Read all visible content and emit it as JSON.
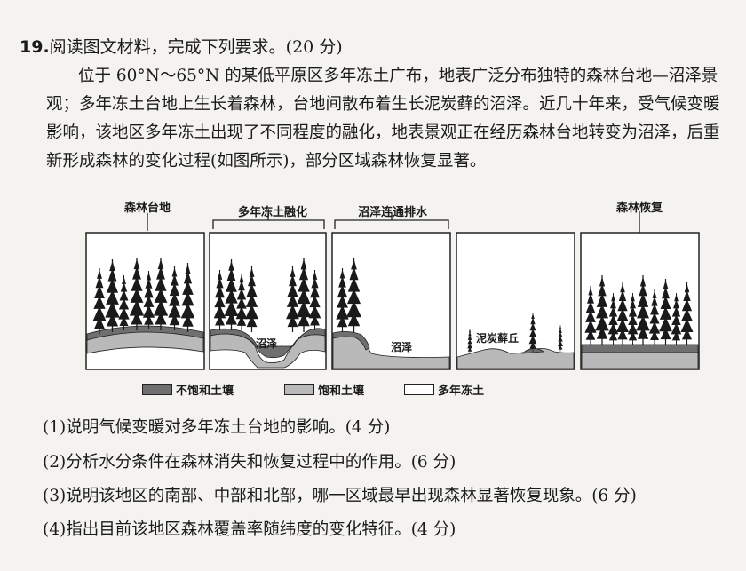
{
  "question": {
    "number": "19.",
    "prompt": "阅读图文材料，完成下列要求。(20 分)"
  },
  "paragraph": [
    "位于 60°N～65°N 的某低平原区多年冻土广布，地表广泛分布独特的森林台地—沼泽景",
    "观；多年冻土台地上生长着森林，台地间散布着生长泥炭藓的沼泽。近几十年来，受气候变暖",
    "影响，该地区多年冻土出现了不同程度的融化，地表景观正在经历森林台地转变为沼泽，后重",
    "新形成森林的变化过程(如图所示)，部分区域森林恢复显著。"
  ],
  "diagram": {
    "stages": {
      "forest_platform": "森林台地",
      "permafrost_thaw": "多年冻土融化",
      "swamp_drainage": "沼泽连通排水",
      "forest_recovery": "森林恢复"
    },
    "inline_labels": {
      "swamp_a": "沼泽",
      "swamp_b": "沼泽",
      "peat_mound": "泥炭藓丘"
    },
    "legend": {
      "unsaturated": "不饱和土壤",
      "saturated": "饱和土壤",
      "permafrost": "多年冻土"
    },
    "colors": {
      "unsaturated": "#6f6f6f",
      "saturated": "#b9b9b9",
      "permafrost": "#ffffff",
      "tree": "#1a1a1a"
    }
  },
  "subquestions": [
    "(1)说明气候变暖对多年冻土台地的影响。(4 分)",
    "(2)分析水分条件在森林消失和恢复过程中的作用。(6 分)",
    "(3)说明该地区的南部、中部和北部，哪一区域最早出现森林显著恢复现象。(6 分)",
    "(4)指出目前该地区森林覆盖率随纬度的变化特征。(4 分)"
  ]
}
